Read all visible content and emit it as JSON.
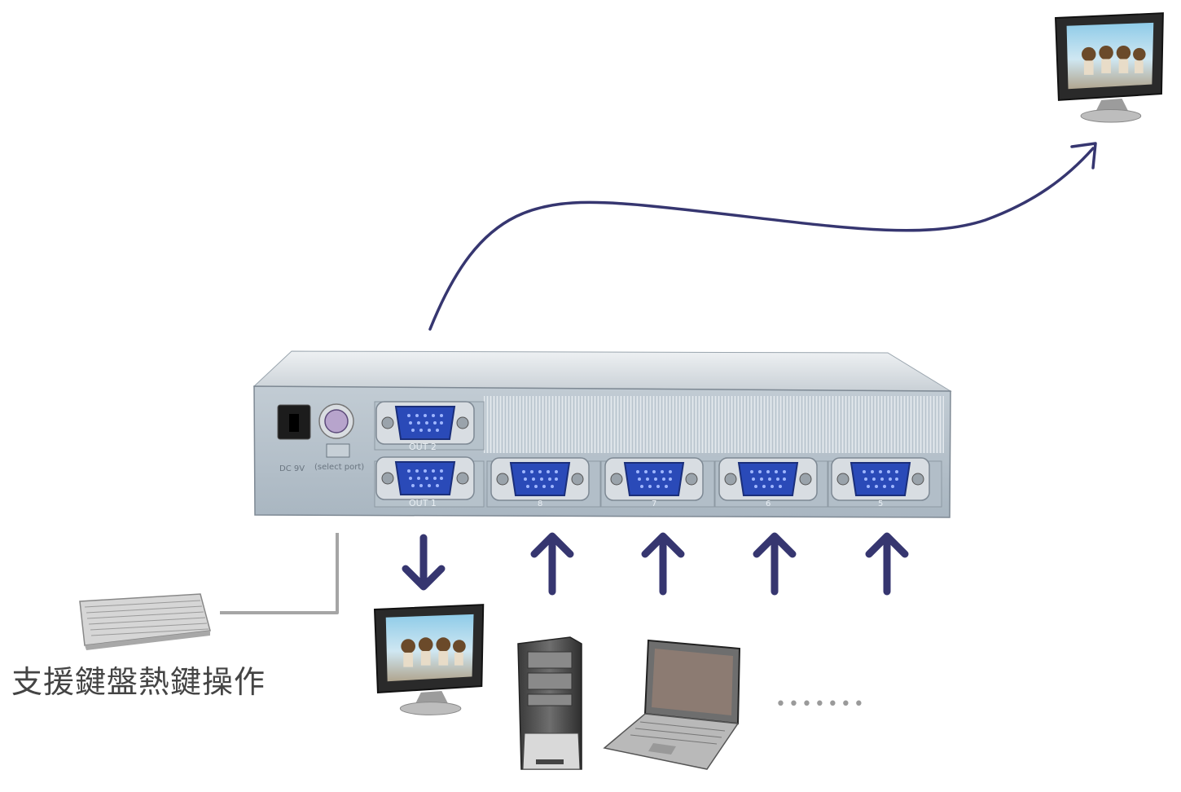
{
  "device": {
    "power_label": "DC  9V",
    "select_label": "(select port)",
    "out2_label": "OUT 2",
    "out1_label": "OUT 1",
    "input_ports": [
      "8",
      "7",
      "6",
      "5"
    ]
  },
  "caption": "支援鍵盤熱鍵操作",
  "ellipsis": "• • • • • • •",
  "colors": {
    "arrow": "#363670",
    "vga_blue": "#2a4ab8",
    "chassis": "#b8c3cc",
    "cable": "#a5a5a5"
  },
  "icons": [
    "monitor-icon",
    "keyboard-icon",
    "desktop-tower-icon",
    "laptop-icon",
    "arrow-up-icon",
    "arrow-down-icon"
  ]
}
